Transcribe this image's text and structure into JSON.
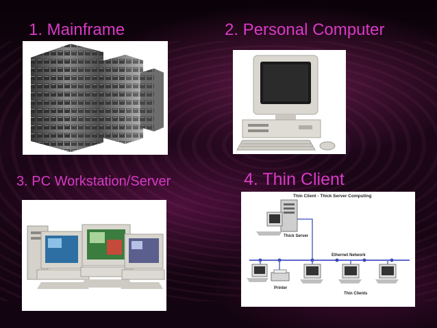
{
  "slide": {
    "items": [
      {
        "label": "1. Mainframe"
      },
      {
        "label": "2. Personal Computer"
      },
      {
        "label": "3. PC Workstation/Server"
      },
      {
        "label": "4. Thin Client"
      }
    ],
    "diagram": {
      "title": "Thin Client - Thick Server Computing",
      "server_label": "Thick Server",
      "network_label": "Ethernet Network",
      "printer_label": "Printer",
      "clients_label": "Thin Clients"
    }
  }
}
